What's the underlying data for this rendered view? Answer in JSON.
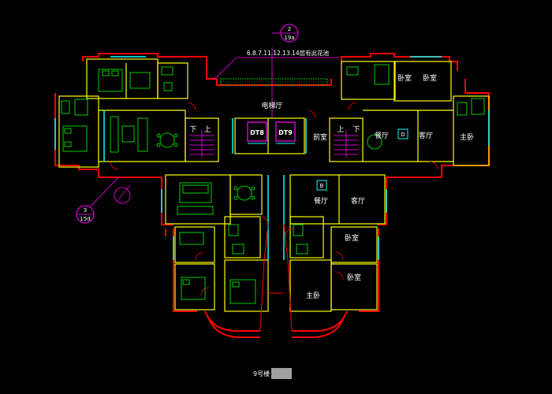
{
  "plan": {
    "note_text": "6.8.7.11.12.13.14层有此花池",
    "section_2": {
      "num": "2",
      "ref": "19a"
    },
    "section_3": {
      "num": "3",
      "ref": "15d"
    },
    "rooms": {
      "elevator_hall": "电梯厅",
      "elevator_8": "DT8",
      "elevator_9": "DT9",
      "stair_left_down": "下",
      "stair_left_up": "上",
      "stair_right_up": "上",
      "stair_right_down": "下",
      "porch": "前室",
      "dining_d": "餐厅",
      "living_d": "客厅",
      "master_d": "主卧",
      "bed_d1": "卧室",
      "bed_d2": "卧室",
      "dining_b": "餐厅",
      "living_b": "客厅",
      "bed_b1": "卧室",
      "bed_b2": "卧室",
      "master_b": "主卧"
    },
    "unit_tags": {
      "d": "D",
      "b": "B"
    },
    "footer": "9号楼"
  },
  "colors": {
    "background": "#000000",
    "wall_red": "#ff0000",
    "wall_yellow": "#ffff00",
    "furniture_green": "#00ff00",
    "cyan": "#00ffff",
    "magenta": "#ff00ff",
    "label_white": "#ffffff",
    "footer_box": "#a0a0a0"
  }
}
